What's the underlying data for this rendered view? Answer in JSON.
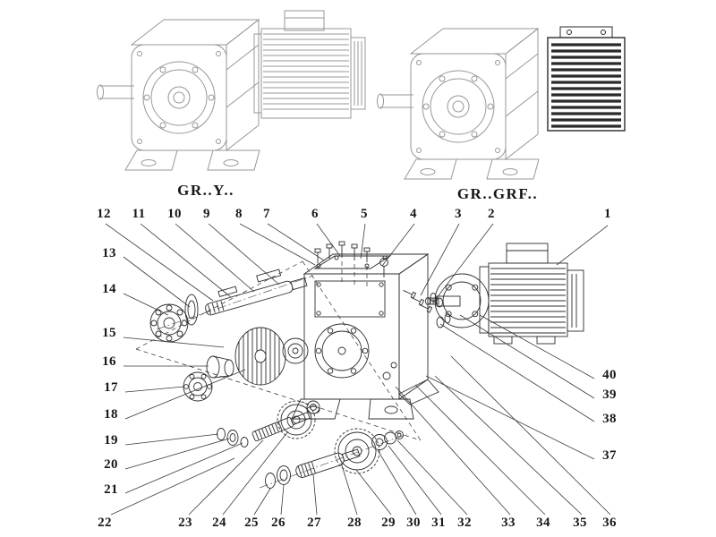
{
  "figure": {
    "type": "exploded-parts-diagram",
    "variants": {
      "left_label": "GR..Y..",
      "right_label": "GR..GRF.."
    },
    "colors": {
      "light_line": "#979797",
      "dark_line": "#2e2e2e",
      "text": "#171717",
      "background": "#ffffff"
    }
  },
  "callouts": {
    "part_1": "1",
    "top_row": [
      "12",
      "11",
      "10",
      "9",
      "8",
      "7",
      "6",
      "5",
      "4",
      "3",
      "2"
    ],
    "left_column": [
      "13",
      "14",
      "15",
      "16",
      "17",
      "18",
      "19",
      "20",
      "21"
    ],
    "bottom_row": [
      "22",
      "23",
      "24",
      "25",
      "26",
      "27",
      "28",
      "29",
      "30",
      "31",
      "32",
      "33",
      "34",
      "35",
      "36"
    ],
    "right_column": [
      "40",
      "39",
      "38",
      "37"
    ]
  }
}
